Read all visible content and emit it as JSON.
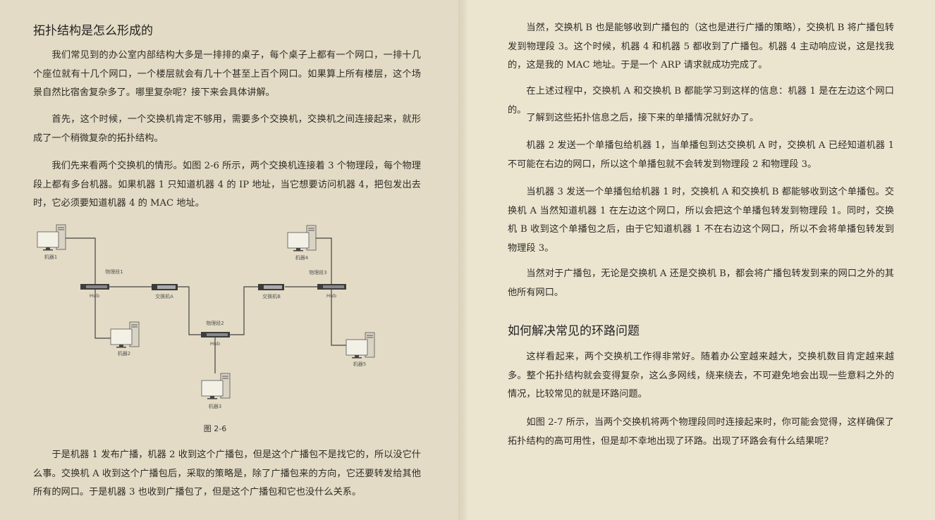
{
  "left_page": {
    "heading": "拓扑结构是怎么形成的",
    "paragraphs": [
      "我们常见到的办公室内部结构大多是一排排的桌子，每个桌子上都有一个网口，一排十几个座位就有十几个网口，一个楼层就会有几十个甚至上百个网口。如果算上所有楼层，这个场景自然比宿舍复杂多了。哪里复杂呢？接下来会具体讲解。",
      "首先，这个时候，一个交换机肯定不够用，需要多个交换机，交换机之间连接起来，就形成了一个稍微复杂的拓扑结构。",
      "我们先来看两个交换机的情形。如图 2-6 所示，两个交换机连接着 3 个物理段，每个物理段上都有多台机器。如果机器 1 只知道机器 4 的 IP 地址，当它想要访问机器 4，把包发出去时，它必须要知道机器 4 的 MAC 地址。",
      "于是机器 1 发布广播，机器 2 收到这个广播包，但是这个广播包不是找它的，所以没它什么事。交换机 A 收到这个广播包后，采取的策略是，除了广播包来的方向，它还要转发给其他所有的网口。于是机器 3 也收到广播包了，但是这个广播包和它也没什么关系。"
    ],
    "figure": {
      "caption": "图 2-6",
      "machines": [
        "机器1",
        "机器2",
        "机器3",
        "机器4",
        "机器5"
      ],
      "segments": [
        "物理段1",
        "物理段2",
        "物理段3"
      ],
      "hub_label": "Hub",
      "switches": [
        "交换机A",
        "交换机B"
      ]
    }
  },
  "right_page": {
    "paragraphs": [
      "当然，交换机 B 也是能够收到广播包的（这也是进行广播的策略），交换机 B 将广播包转发到物理段 3。这个时候，机器 4 和机器 5 都收到了广播包。机器 4 主动响应说，这是找我的，这是我的 MAC 地址。于是一个 ARP 请求就成功完成了。",
      "在上述过程中，交换机 A 和交换机 B 都能学习到这样的信息：机器 1 是在左边这个网口的。",
      "了解到这些拓扑信息之后，接下来的单播情况就好办了。",
      "机器 2 发送一个单播包给机器 1，当单播包到达交换机 A 时，交换机 A 已经知道机器 1 不可能在右边的网口，所以这个单播包就不会转发到物理段 2 和物理段 3。",
      "当机器 3 发送一个单播包给机器 1 时，交换机 A 和交换机 B 都能够收到这个单播包。交换机 A 当然知道机器 1 在左边这个网口，所以会把这个单播包转发到物理段 1。同时，交换机 B 收到这个单播包之后，由于它知道机器 1 不在右边这个网口，所以不会将单播包转发到物理段 3。",
      "当然对于广播包，无论是交换机 A 还是交换机 B，都会将广播包转发到来的网口之外的其他所有网口。"
    ],
    "heading": "如何解决常见的环路问题",
    "paragraphs2": [
      "这样看起来，两个交换机工作得非常好。随着办公室越来越大，交换机数目肯定越来越多。整个拓扑结构就会变得复杂，这么多网线，绕来绕去，不可避免地会出现一些意料之外的情况，比较常见的就是环路问题。",
      "如图 2-7 所示，当两个交换机将两个物理段同时连接起来时，你可能会觉得，这样确保了拓扑结构的高可用性，但是却不幸地出现了环路。出现了环路会有什么结果呢？"
    ]
  }
}
